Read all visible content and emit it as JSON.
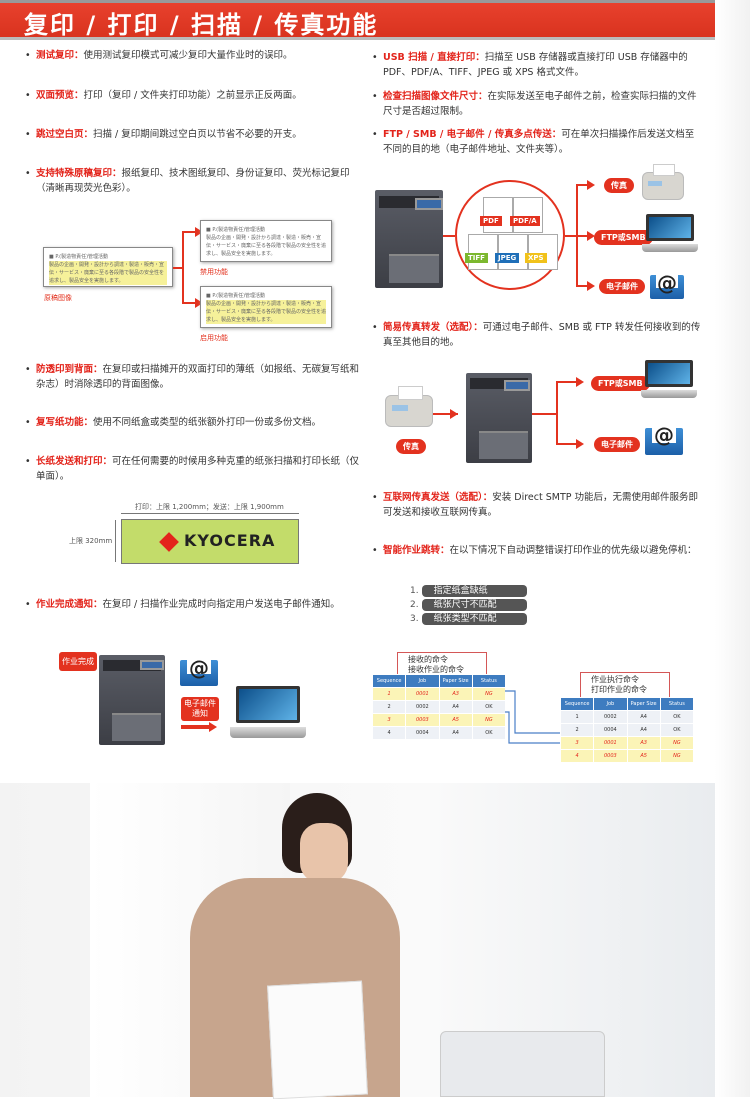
{
  "title": "复印 / 打印 / 扫描 / 传真功能",
  "left_features": [
    {
      "key": "测试复印：",
      "text": "使用测试复印模式可减少复印大量作业时的误印。"
    },
    {
      "key": "双面预览：",
      "text": "打印（复印 / 文件夹打印功能）之前显示正反两面。"
    },
    {
      "key": "跳过空白页：",
      "text": "扫描 / 复印期间跳过空白页以节省不必要的开支。"
    },
    {
      "key": "支持特殊原稿复印：",
      "text": "报纸复印、技术图纸复印、身份证复印、荧光标记复印（清晰再现荧光色彩）。"
    },
    {
      "key": "防透印到背面：",
      "text": "在复印或扫描摊开的双面打印的薄纸（如报纸、无碳复写纸和杂志）时消除透印的背面图像。"
    },
    {
      "key": "复写纸功能：",
      "text": "使用不同纸盒或类型的纸张额外打印一份或多份文档。"
    },
    {
      "key": "长纸发送和打印：",
      "text": "可在任何需要的时候用多种克重的纸张扫描和打印长纸（仅单面）。"
    },
    {
      "key": "作业完成通知：",
      "text": "在复印 / 扫描作业完成时向指定用户发送电子邮件通知。"
    }
  ],
  "right_features": [
    {
      "key": "USB 扫描 / 直接打印：",
      "text": "扫描至 USB 存储器或直接打印 USB 存储器中的 PDF、PDF/A、TIFF、JPEG 或 XPS 格式文件。"
    },
    {
      "key": "检查扫描图像文件尺寸：",
      "text": "在实际发送至电子邮件之前，检查实际扫描的文件尺寸是否超过限制。"
    },
    {
      "key": "FTP / SMB / 电子邮件 / 传真多点传送：",
      "text": "可在单次扫描操作后发送文档至不同的目的地（电子邮件地址、文件夹等）。"
    },
    {
      "key": "简易传真转发（选配）：",
      "text": "可通过电子邮件、SMB 或 FTP 转发任何接收到的传真至其他目的地。"
    },
    {
      "key": "互联网传真发送（选配）：",
      "text": "安装 Direct SMTP 功能后，无需使用邮件服务即可发送和接收互联网传真。"
    },
    {
      "key": "智能作业跳转：",
      "text": "在以下情况下自动调整错误打印作业的优先级以避免停机："
    }
  ],
  "preview": {
    "original": "原稿图像",
    "disabled": "禁用功能",
    "enabled": "启用功能",
    "doc_title": "■ P.(製造物責任)管理活動",
    "doc_body": "製品の企画・開発・設計から調達・製造・販売・宣伝・サービス・廃棄に至る各段階で製品の安全性を追求し、製品安全を実施します。"
  },
  "long_paper": {
    "width_label": "打印：上限 1,200mm；发送：上限 1,900mm",
    "height_label": "上限 320mm",
    "brand": "KYOCERA"
  },
  "formats": [
    "PDF",
    "PDF/A",
    "TIFF",
    "JPEG",
    "XPS"
  ],
  "format_colors": [
    "#e3321f",
    "#e3321f",
    "#7cb82f",
    "#1f6fb8",
    "#f1c21b"
  ],
  "destinations": {
    "fax": "传真",
    "ftp_smb": "FTP或SMB",
    "email": "电子邮件"
  },
  "job_done": {
    "label": "作业完成",
    "notify": "电子邮件\n通知"
  },
  "steps": [
    {
      "n": "1.",
      "t": "指定纸盒缺纸"
    },
    {
      "n": "2.",
      "t": "纸张尺寸不匹配"
    },
    {
      "n": "3.",
      "t": "纸张类型不匹配"
    }
  ],
  "received": {
    "title1": "接收的命令",
    "title2": "接收作业的命令",
    "headers": [
      "Sequence",
      "Job",
      "Paper Size",
      "Status"
    ],
    "rows": [
      [
        "1",
        "0001",
        "A3",
        "NG"
      ],
      [
        "2",
        "0002",
        "A4",
        "OK"
      ],
      [
        "3",
        "0003",
        "A5",
        "NG"
      ],
      [
        "4",
        "0004",
        "A4",
        "OK"
      ]
    ]
  },
  "executed": {
    "title1": "作业执行命令",
    "title2": "打印作业的命令",
    "headers": [
      "Sequence",
      "Job",
      "Paper Size",
      "Status"
    ],
    "rows": [
      [
        "1",
        "0002",
        "A4",
        "OK"
      ],
      [
        "2",
        "0004",
        "A4",
        "OK"
      ],
      [
        "3",
        "0001",
        "A3",
        "NG"
      ],
      [
        "4",
        "0003",
        "A5",
        "NG"
      ]
    ]
  }
}
